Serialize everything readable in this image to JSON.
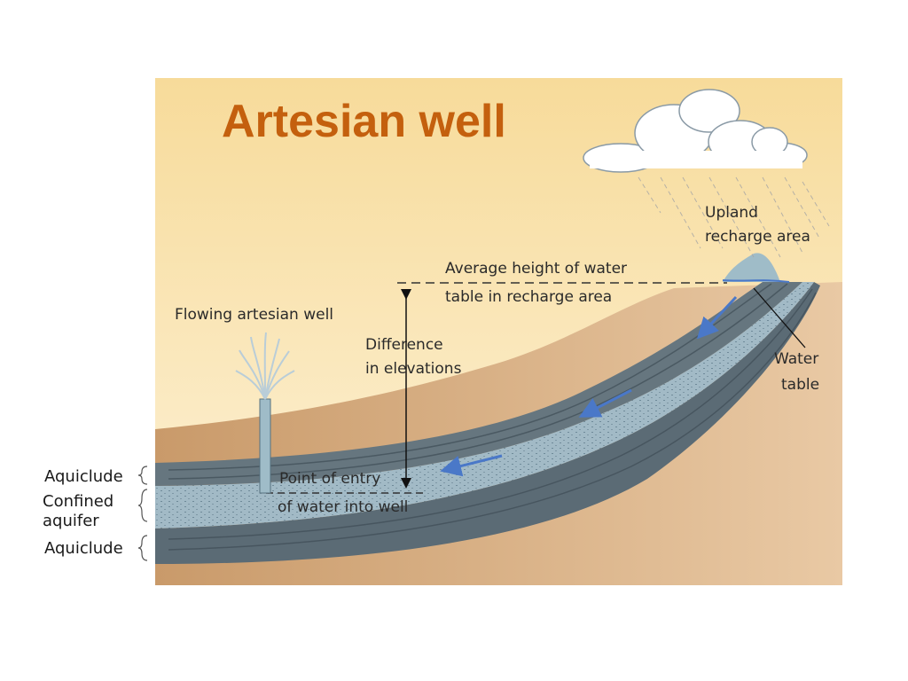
{
  "title": "Artesian well",
  "labels": {
    "upland_line1": "Upland",
    "upland_line2": "recharge area",
    "avg_height_line1": "Average height of water",
    "avg_height_line2": "table in recharge area",
    "flowing_well": "Flowing artesian well",
    "difference_line1": "Difference",
    "difference_line2": "in elevations",
    "water_table_line1": "Water",
    "water_table_line2": "table",
    "point_entry_line1": "Point of entry",
    "point_entry_line2": "of water into well"
  },
  "side_labels": {
    "aquiclude_top": "Aquiclude",
    "confined_line1": "Confined",
    "confined_line2": "aquifer",
    "aquiclude_bottom": "Aquiclude"
  },
  "colors": {
    "title": "#c4600e",
    "sky_top": "#f7dc9c",
    "sky_bottom": "#fdf1d6",
    "ground": "#c79a6d",
    "aquifer": "#9fb8c4",
    "aquiclude": "#5f6f79",
    "arrow": "#4a78c8"
  }
}
